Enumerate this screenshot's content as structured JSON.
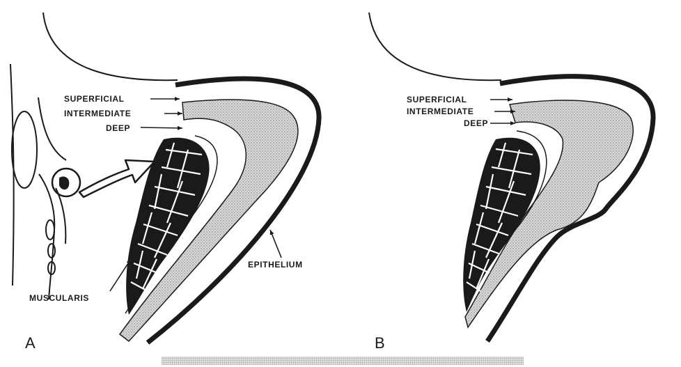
{
  "figure": {
    "panel_a": {
      "letter": "A",
      "layers": {
        "superficial": "SUPERFICIAL",
        "intermediate": "INTERMEDIATE",
        "deep": "DEEP"
      },
      "muscularis": "MUSCULARIS",
      "epithelium": "EPITHELIUM"
    },
    "panel_b": {
      "letter": "B",
      "layers": {
        "superficial": "SUPERFICIAL",
        "intermediate": "INTERMEDIATE",
        "deep": "DEEP"
      }
    }
  },
  "colors": {
    "ink": "#1a1a1a",
    "stipple": "#cfcfcf",
    "background": "#ffffff"
  }
}
